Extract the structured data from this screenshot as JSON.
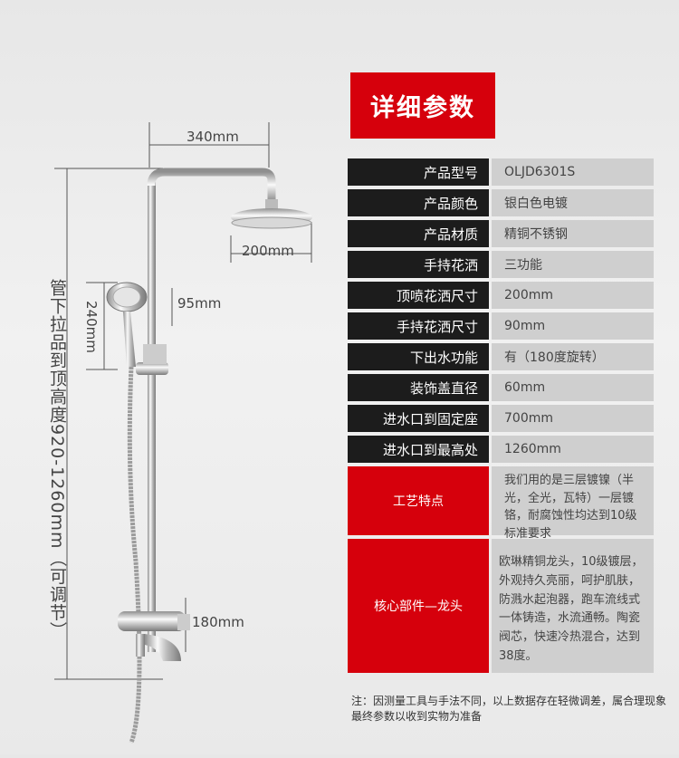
{
  "title": "详细参数",
  "specs": [
    {
      "label": "产品型号",
      "value": "OLJD6301S"
    },
    {
      "label": "产品颜色",
      "value": "银白色电镀"
    },
    {
      "label": "产品材质",
      "value": "精铜不锈钢"
    },
    {
      "label": "手持花洒",
      "value": "三功能"
    },
    {
      "label": "顶喷花洒尺寸",
      "value": "200mm"
    },
    {
      "label": "手持花洒尺寸",
      "value": "90mm"
    },
    {
      "label": "下出水功能",
      "value": "有（180度旋转）"
    },
    {
      "label": "装饰盖直径",
      "value": "60mm"
    },
    {
      "label": "进水口到固定座",
      "value": "700mm"
    },
    {
      "label": "进水口到最高处",
      "value": "1260mm"
    }
  ],
  "craft": {
    "label": "工艺特点",
    "value": "我们用的是三层镀镍（半光，全光，瓦特）一层镀铬，耐腐蚀性均达到10级标准要求"
  },
  "core": {
    "label": "核心部件—龙头",
    "value": "欧琳精铜龙头，10级镀层，外观持久亮丽，呵护肌肤，防溅水起泡器，跑车流线式一体铸造，水流通畅。陶瓷阀芯，快速冷热混合，达到38度。"
  },
  "note": "注：因测量工具与手法不同，以上数据存在轻微调差，属合理现象最终参数以收到实物为准备",
  "dimensions": {
    "width_top": "340mm",
    "head": "200mm",
    "hand_height": "240mm",
    "hand_dia": "95mm",
    "faucet": "180mm",
    "height_range": "管下拉品到顶高度920-1260mm（可调节）"
  },
  "colors": {
    "accent": "#d6000c",
    "dark": "#1c1c1c",
    "cell": "#cfcfcf"
  }
}
